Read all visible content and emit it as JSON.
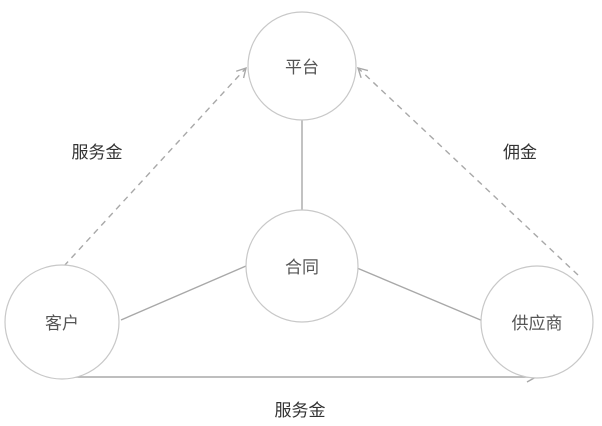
{
  "nodes": {
    "platform": "平台",
    "contract": "合同",
    "customer": "客户",
    "supplier": "供应商"
  },
  "edge_labels": {
    "customer_to_platform": "服务金",
    "supplier_to_platform": "佣金",
    "customer_to_supplier": "服务金"
  },
  "colors": {
    "node_border": "#c8c8c8",
    "line": "#a8a8a8",
    "text": "#555555"
  }
}
